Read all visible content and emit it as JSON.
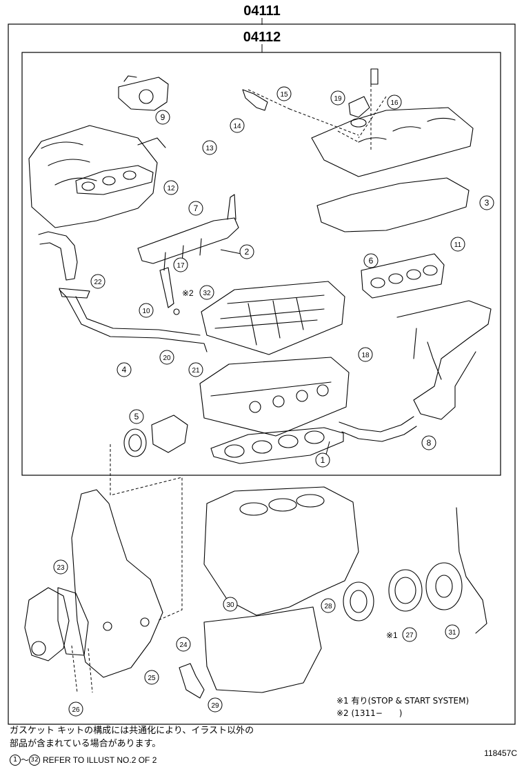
{
  "header": {
    "kit_outer": "04111",
    "kit_inner": "04112"
  },
  "callouts": {
    "p1": "1",
    "p2": "2",
    "p3": "3",
    "p4": "4",
    "p5": "5",
    "p6": "6",
    "p7": "7",
    "p8": "8",
    "p9": "9",
    "p10": "10",
    "p11": "11",
    "p12": "12",
    "p13": "13",
    "p14": "14",
    "p15": "15",
    "p16": "16",
    "p17": "17",
    "p18": "18",
    "p19": "19",
    "p20": "20",
    "p21": "21",
    "p22": "22",
    "p23": "23",
    "p24": "24",
    "p25": "25",
    "p26": "26",
    "p27": "27",
    "p28": "28",
    "p29": "29",
    "p30": "30",
    "p31": "31",
    "p32": "32"
  },
  "markers": {
    "m1": "※1",
    "m2": "※2"
  },
  "legend": {
    "note1": "※1 有り(STOP & START SYSTEM)",
    "note2": "※2 (1311−　　)"
  },
  "footer": {
    "jp_line1": "ガスケット キットの構成には共通化により、イラスト以外の",
    "jp_line2": "部品が含まれている場合があります。",
    "range_start": "1",
    "range_tilde": "～",
    "range_end": "32",
    "refer": "REFER TO ILLUST NO.2 OF 2",
    "figure_code": "118457C"
  }
}
